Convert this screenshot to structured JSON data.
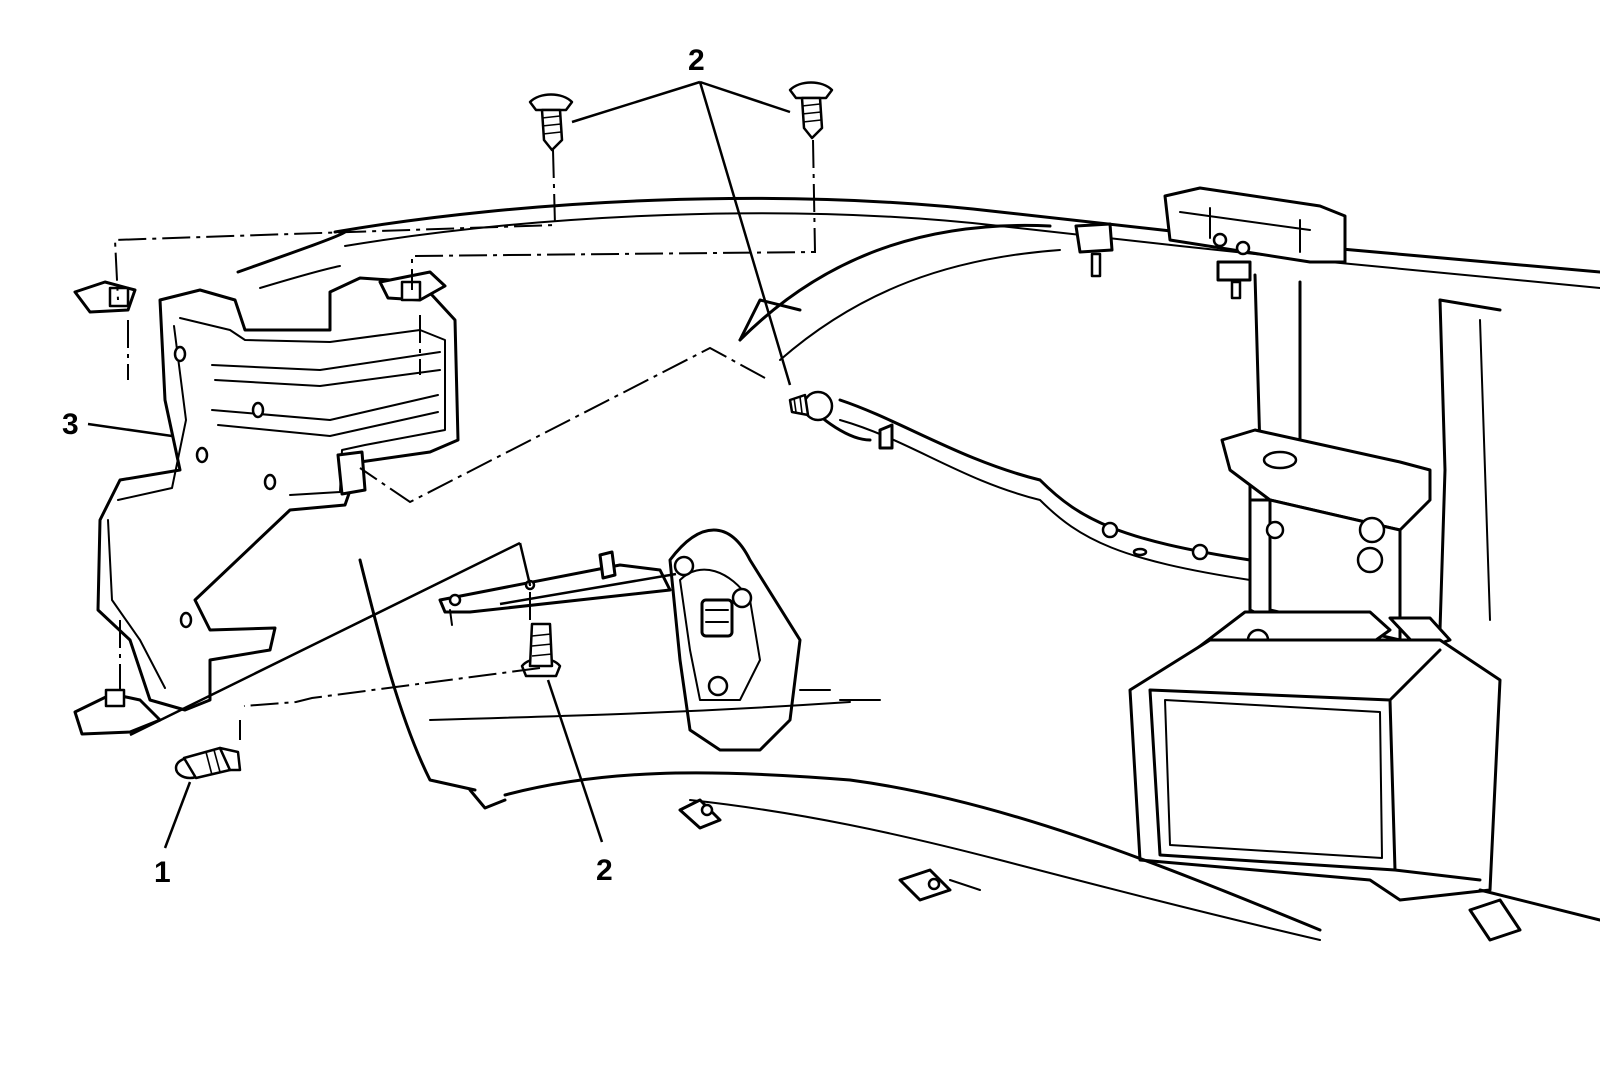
{
  "callouts": {
    "item_1": "1",
    "item_2_top": "2",
    "item_2_bottom": "2",
    "item_3": "3"
  },
  "colors": {
    "line": "#000000",
    "background": "#ffffff"
  }
}
